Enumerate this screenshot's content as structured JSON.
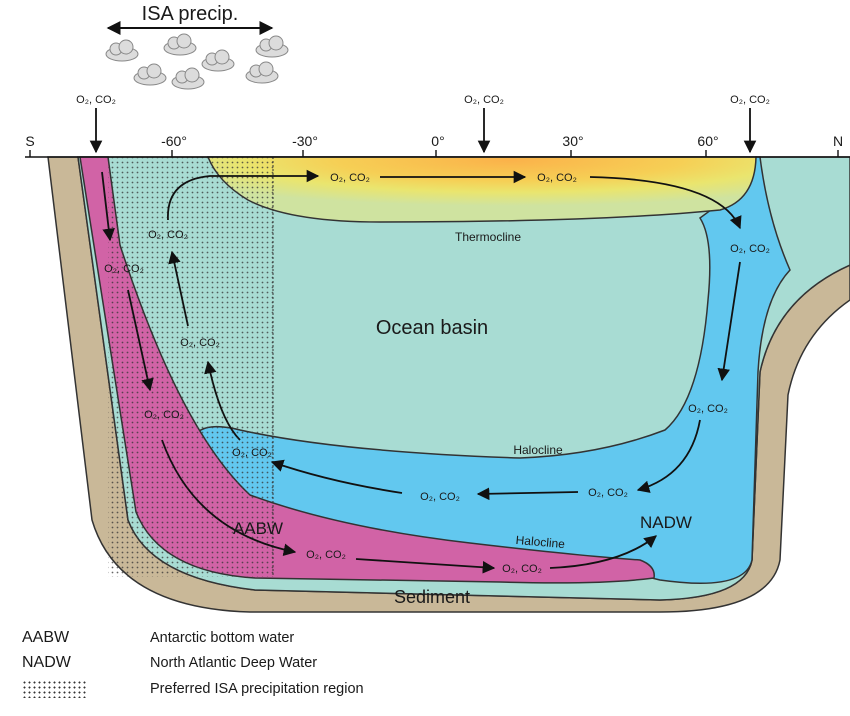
{
  "header": {
    "precip_label": "ISA precip."
  },
  "gas_label": "O₂, CO₂",
  "axis": {
    "left_end": "S",
    "right_end": "N",
    "ticks": [
      "-60°",
      "-30°",
      "0°",
      "30°",
      "60°"
    ]
  },
  "regions": {
    "thermocline": "Thermocline",
    "ocean_basin": "Ocean basin",
    "halocline_upper": "Halocline",
    "halocline_lower": "Halocline",
    "aabw": "AABW",
    "nadw": "NADW",
    "sediment": "Sediment"
  },
  "legend": [
    {
      "key": "AABW",
      "description": "Antarctic bottom water"
    },
    {
      "key": "NADW",
      "description": "North Atlantic Deep Water"
    },
    {
      "key": "",
      "description": "Preferred ISA precipitation region"
    }
  ],
  "colors": {
    "sediment": "#c9b898",
    "ocean": "#a8dcd3",
    "nadw": "#62c8ef",
    "aabw": "#d163a6",
    "thermocline_outer": "#cfe3a0",
    "thermocline_mid": "#f2e46a",
    "thermocline_core": "#fbb24a"
  }
}
